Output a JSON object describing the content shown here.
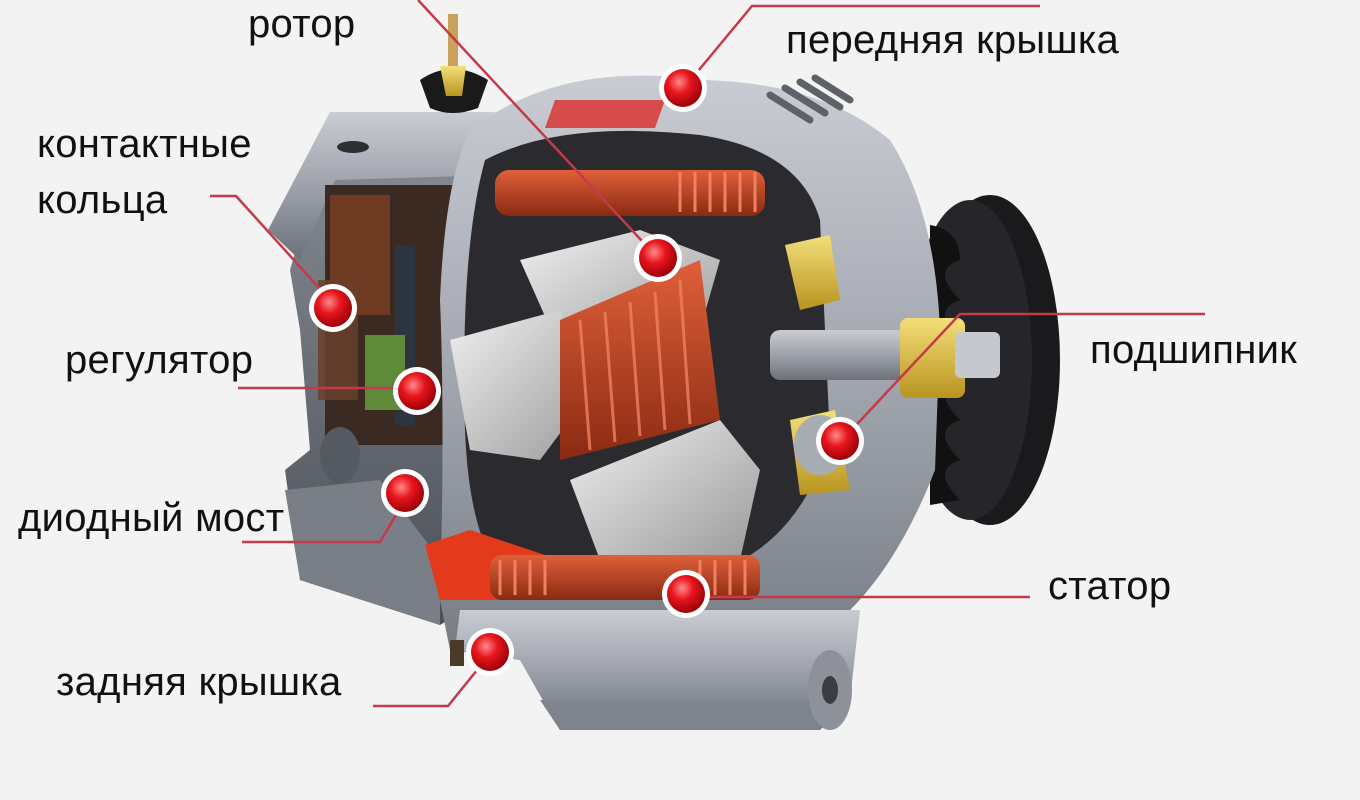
{
  "diagram": {
    "subject": "alternator cutaway",
    "accent_color": "#e01a22",
    "leader_color": "#c43a4a",
    "labels": {
      "rotor": "ротор",
      "front_cover": "передняя крышка",
      "slip_rings_line1": "контактные",
      "slip_rings_line2": "кольца",
      "regulator": "регулятор",
      "bearing": "подшипник",
      "diode_bridge": "диодный мост",
      "stator": "статор",
      "rear_cover": "задняя крышка"
    }
  }
}
